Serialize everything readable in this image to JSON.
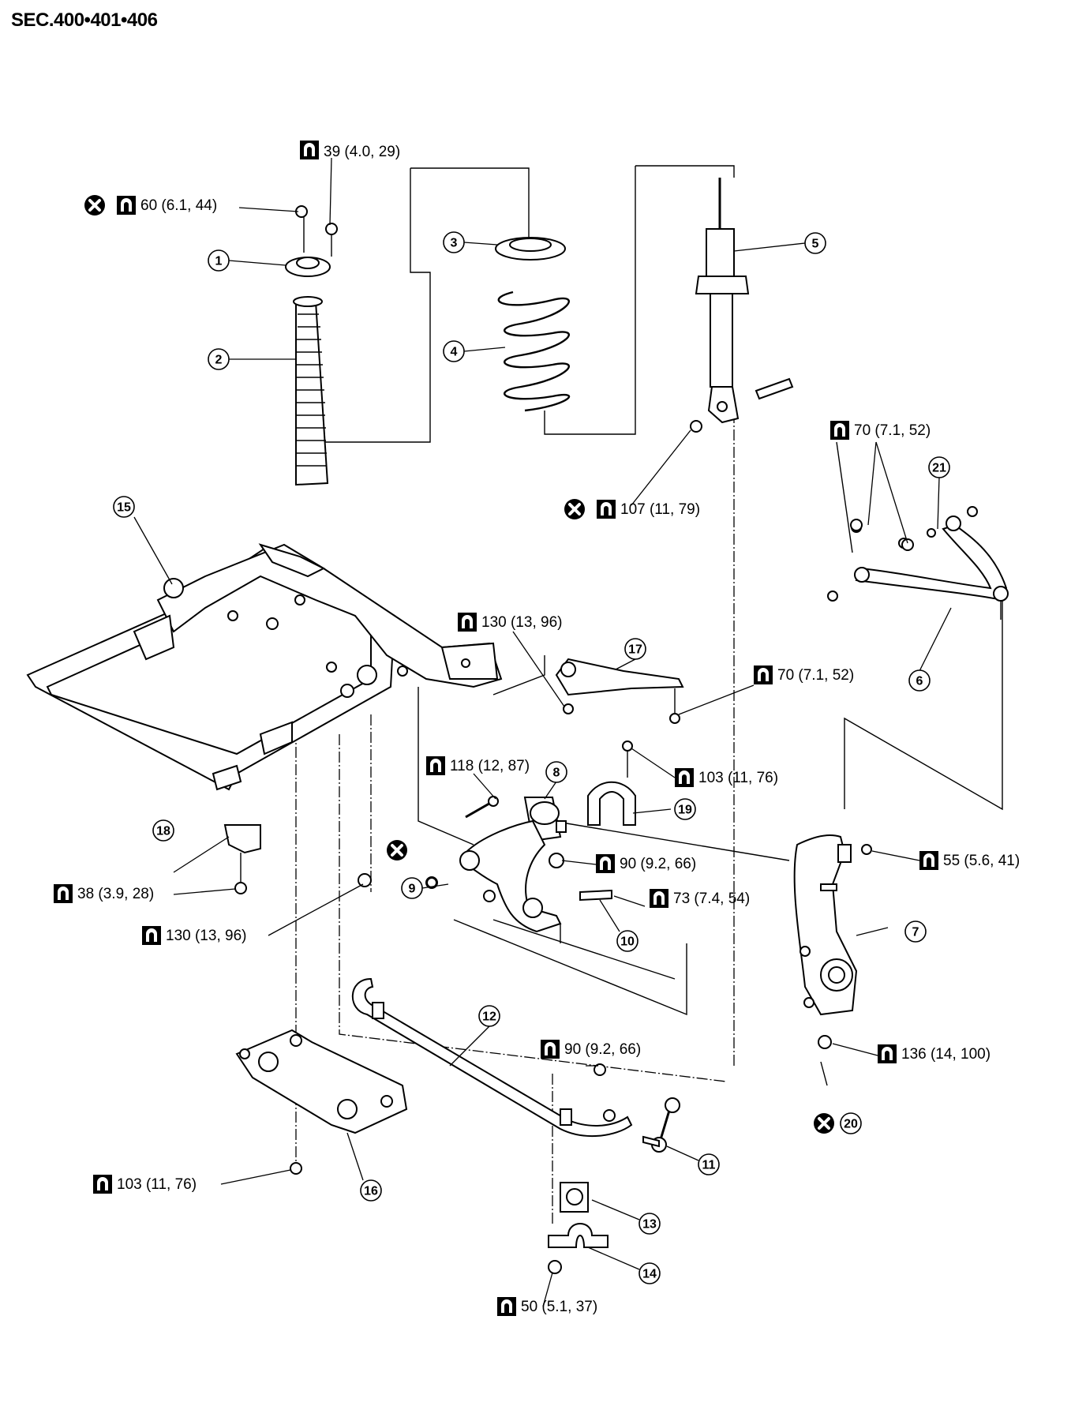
{
  "section_title": "SEC.400•401•406",
  "torque_specs": [
    {
      "id": "t-39",
      "text": "39 (4.0, 29)"
    },
    {
      "id": "t-60",
      "text": "60 (6.1, 44)"
    },
    {
      "id": "t-107",
      "text": "107 (11, 79)"
    },
    {
      "id": "t-70a",
      "text": "70 (7.1, 52)"
    },
    {
      "id": "t-130a",
      "text": "130 (13, 96)"
    },
    {
      "id": "t-70b",
      "text": "70 (7.1, 52)"
    },
    {
      "id": "t-118",
      "text": "118 (12, 87)"
    },
    {
      "id": "t-103a",
      "text": "103 (11, 76)"
    },
    {
      "id": "t-90a",
      "text": "90 (9.2, 66)"
    },
    {
      "id": "t-55",
      "text": "55 (5.6, 41)"
    },
    {
      "id": "t-73",
      "text": "73 (7.4, 54)"
    },
    {
      "id": "t-38",
      "text": "38 (3.9, 28)"
    },
    {
      "id": "t-130b",
      "text": "130 (13, 96)"
    },
    {
      "id": "t-90b",
      "text": "90 (9.2, 66)"
    },
    {
      "id": "t-136",
      "text": "136 (14, 100)"
    },
    {
      "id": "t-103b",
      "text": "103 (11, 76)"
    },
    {
      "id": "t-50",
      "text": "50 (5.1, 37)"
    }
  ],
  "callouts": [
    "1",
    "2",
    "3",
    "4",
    "5",
    "6",
    "7",
    "8",
    "9",
    "10",
    "11",
    "12",
    "13",
    "14",
    "15",
    "16",
    "17",
    "18",
    "19",
    "20",
    "21"
  ],
  "icons": {
    "torque": "torque-wrench-icon",
    "non_reusable": "non-reusable-x-icon"
  }
}
